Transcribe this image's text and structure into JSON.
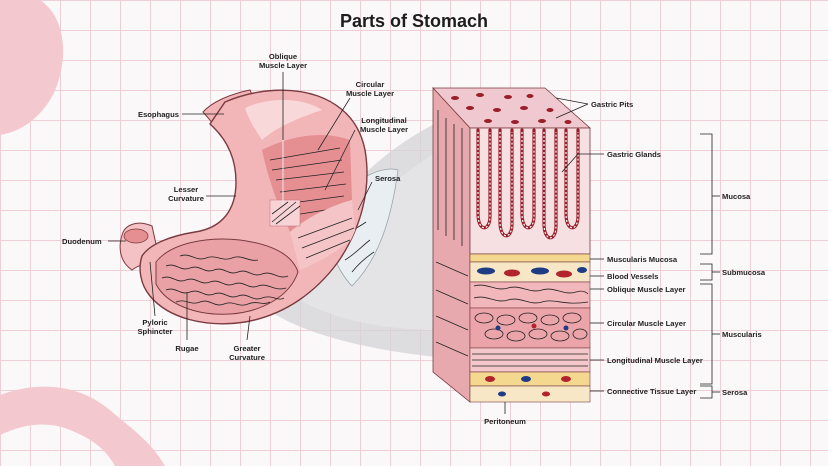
{
  "title": "Parts of Stomach",
  "colors": {
    "stomach_outer": "#f2b6b8",
    "stomach_dark": "#e58f93",
    "mucosa_red": "#b3232e",
    "decor_pink": "#f3c9cf",
    "grid": "#efcfd6"
  },
  "stomach_labels": {
    "oblique_1": "Oblique",
    "oblique_2": "Muscle Layer",
    "circular_1": "Circular",
    "circular_2": "Muscle Layer",
    "longitudinal_1": "Longitudinal",
    "longitudinal_2": "Muscle Layer",
    "esophagus": "Esophagus",
    "serosa": "Serosa",
    "lesser_1": "Lesser",
    "lesser_2": "Curvature",
    "duodenum": "Duodenum",
    "pyloric_1": "Pyloric",
    "pyloric_2": "Sphincter",
    "rugae": "Rugae",
    "greater_1": "Greater",
    "greater_2": "Curvature"
  },
  "section_labels": {
    "gastric_pits": "Gastric Pits",
    "gastric_glands": "Gastric Glands",
    "muscularis_mucosa": "Muscularis Mucosa",
    "blood_vessels": "Blood Vessels",
    "oblique": "Oblique Muscle Layer",
    "circular": "Circular Muscle Layer",
    "longitudinal": "Longitudinal Muscle Layer",
    "connective": "Connective Tissue Layer",
    "peritoneum": "Peritoneum"
  },
  "group_labels": {
    "mucosa": "Mucosa",
    "submucosa": "Submucosa",
    "muscularis": "Muscularis",
    "serosa": "Serosa"
  }
}
